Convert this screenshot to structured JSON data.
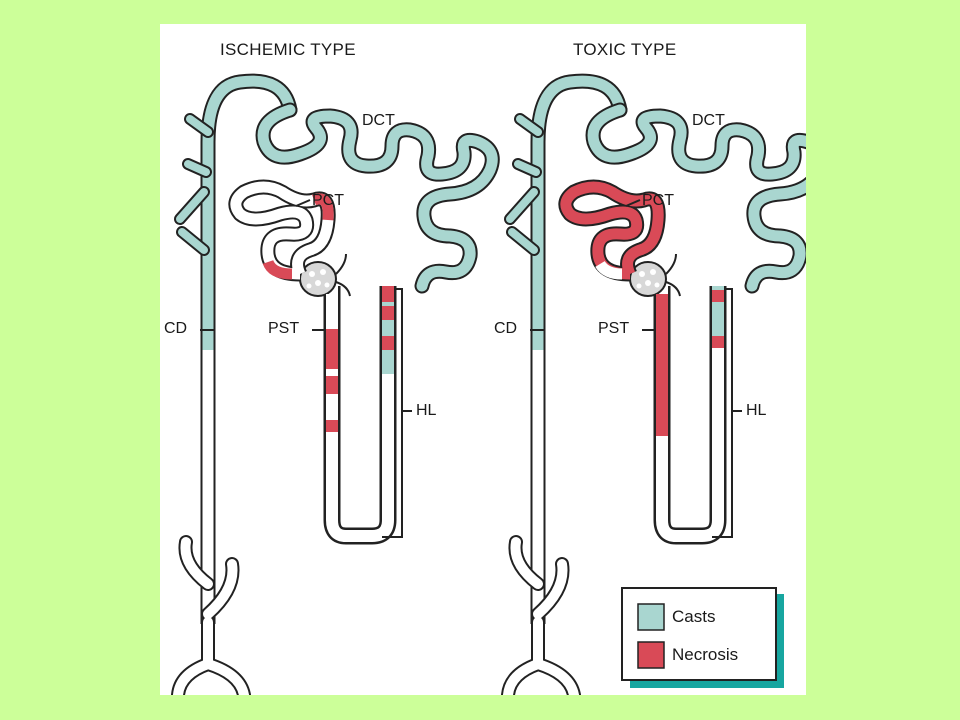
{
  "diagram": {
    "panels": [
      {
        "title": "ISCHEMIC TYPE",
        "labels": {
          "dct": "DCT",
          "pct": "PCT",
          "pst": "PST",
          "cd": "CD",
          "hl": "HL"
        }
      },
      {
        "title": "TOXIC TYPE",
        "labels": {
          "dct": "DCT",
          "pct": "PCT",
          "pst": "PST",
          "cd": "CD",
          "hl": "HL"
        }
      }
    ],
    "legend": [
      {
        "label": "Casts",
        "color": "#a9d6d0"
      },
      {
        "label": "Necrosis",
        "color": "#d94a57"
      }
    ]
  }
}
